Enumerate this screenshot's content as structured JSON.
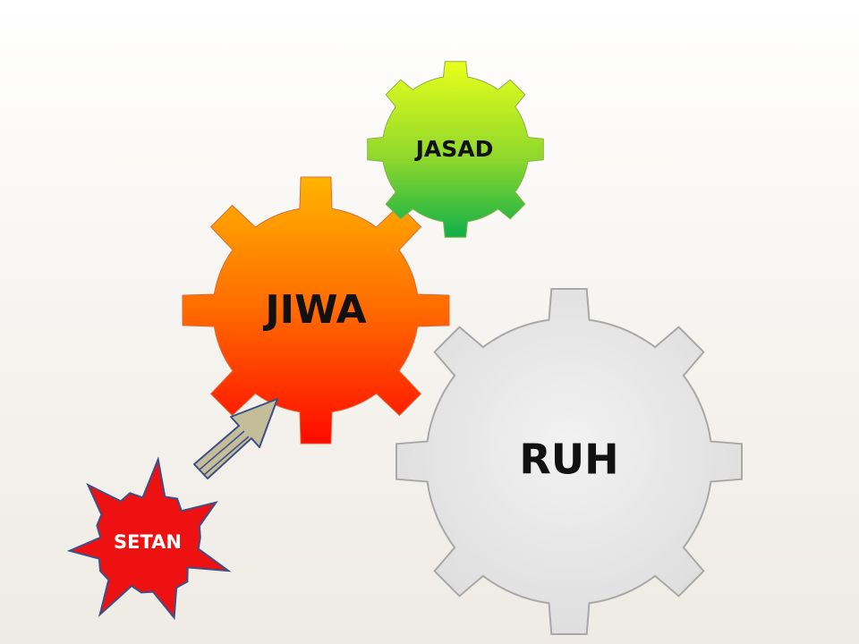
{
  "diagram": {
    "gears": {
      "jasad": {
        "label": "JASAD"
      },
      "jiwa": {
        "label": "JIWA"
      },
      "ruh": {
        "label": "RUH"
      }
    },
    "setan": {
      "label": "SETAN"
    }
  },
  "colors": {
    "jasad_top": "#e8ff1a",
    "jasad_bottom": "#10b04a",
    "jiwa_top": "#ffb400",
    "jiwa_bottom": "#ff0a00",
    "ruh_fill": "#e6e6e6",
    "ruh_stroke": "#a8a8a8",
    "setan_fill": "#ee1111",
    "setan_stroke": "#3e4f86",
    "arrow_fill": "#c3bd9a",
    "arrow_stroke": "#3e4f86"
  }
}
